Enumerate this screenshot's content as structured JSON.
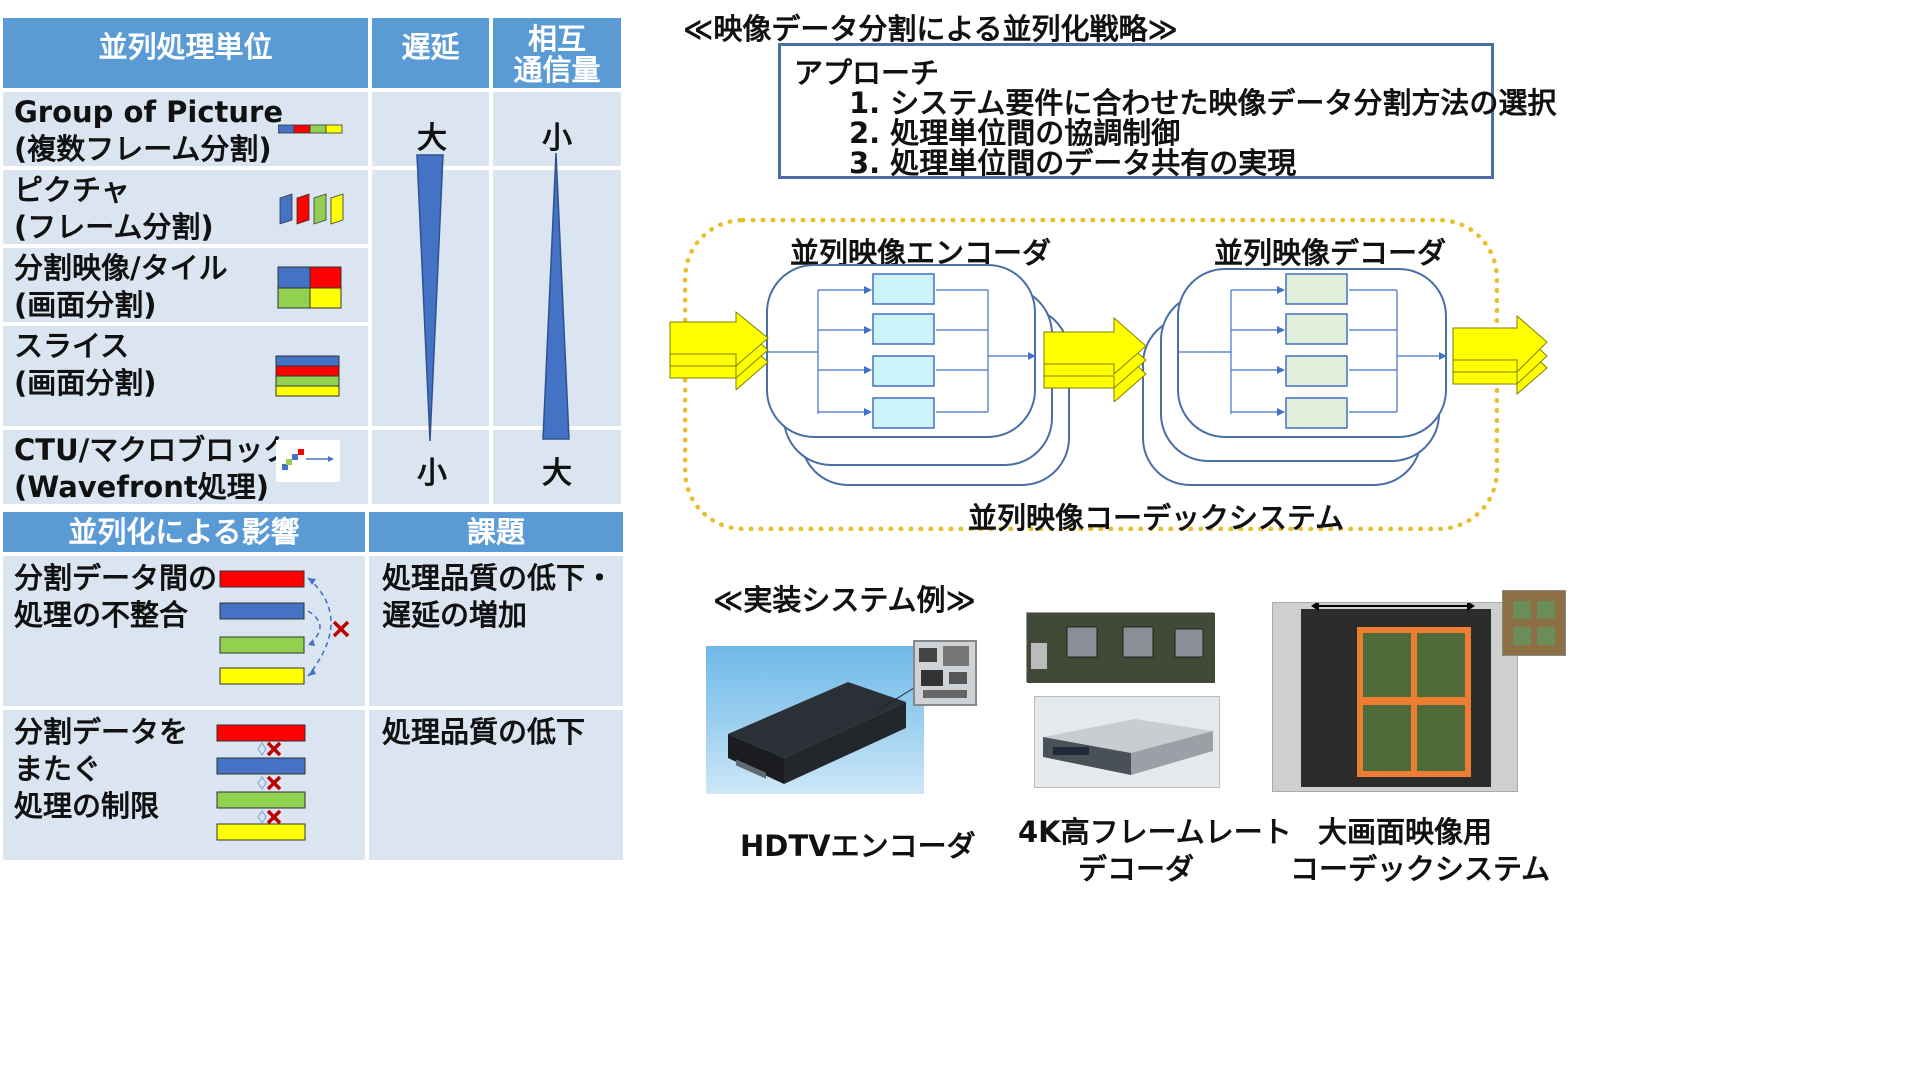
{
  "table1": {
    "headers": {
      "unit": "並列処理単位",
      "delay": "遅延",
      "comm": "相互\n通信量"
    },
    "rows": [
      {
        "label": "Group of Picture\n(複数フレーム分割)"
      },
      {
        "label": "ピクチャ\n(フレーム分割)"
      },
      {
        "label": "分割映像/タイル\n(画面分割)"
      },
      {
        "label": "スライス\n(画面分割)"
      },
      {
        "label": "CTU/マクロブロック\n(Wavefront処理)"
      }
    ],
    "delay_top": "大",
    "delay_bottom": "小",
    "comm_top": "小",
    "comm_bottom": "大"
  },
  "table2": {
    "headers": {
      "impact": "並列化による影響",
      "issue": "課題"
    },
    "rows": [
      {
        "label": "分割データ間の\n処理の不整合",
        "issue": "処理品質の低下・\n遅延の増加"
      },
      {
        "label": "分割データを\nまたぐ\n処理の制限",
        "issue": "処理品質の低下"
      }
    ]
  },
  "strategy": {
    "title": "≪映像データ分割による並列化戦略≫",
    "approach_title": "アプローチ",
    "items": [
      "1. システム要件に合わせた映像データ分割方法の選択",
      "2. 処理単位間の協調制御",
      "3. 処理単位間のデータ共有の実現"
    ]
  },
  "diagram": {
    "encoder": "並列映像エンコーダ",
    "decoder": "並列映像デコーダ",
    "system": "並列映像コーデックシステム"
  },
  "impl": {
    "title": "≪実装システム例≫",
    "items": [
      {
        "caption": "HDTVエンコーダ"
      },
      {
        "caption": "4K高フレームレート\nデコーダ"
      },
      {
        "caption": "大画面映像用\nコーデックシステム"
      }
    ]
  },
  "colors": {
    "header_blue": "#5b9bd5",
    "cell_blue": "#dbe5f1",
    "wedge_blue": "#4472c4",
    "red": "#ff0000",
    "blue": "#4472c4",
    "green": "#92d050",
    "yellow": "#ffff00",
    "arrow_yellow": "#ffff00",
    "dotted_border": "#e5c12e"
  }
}
